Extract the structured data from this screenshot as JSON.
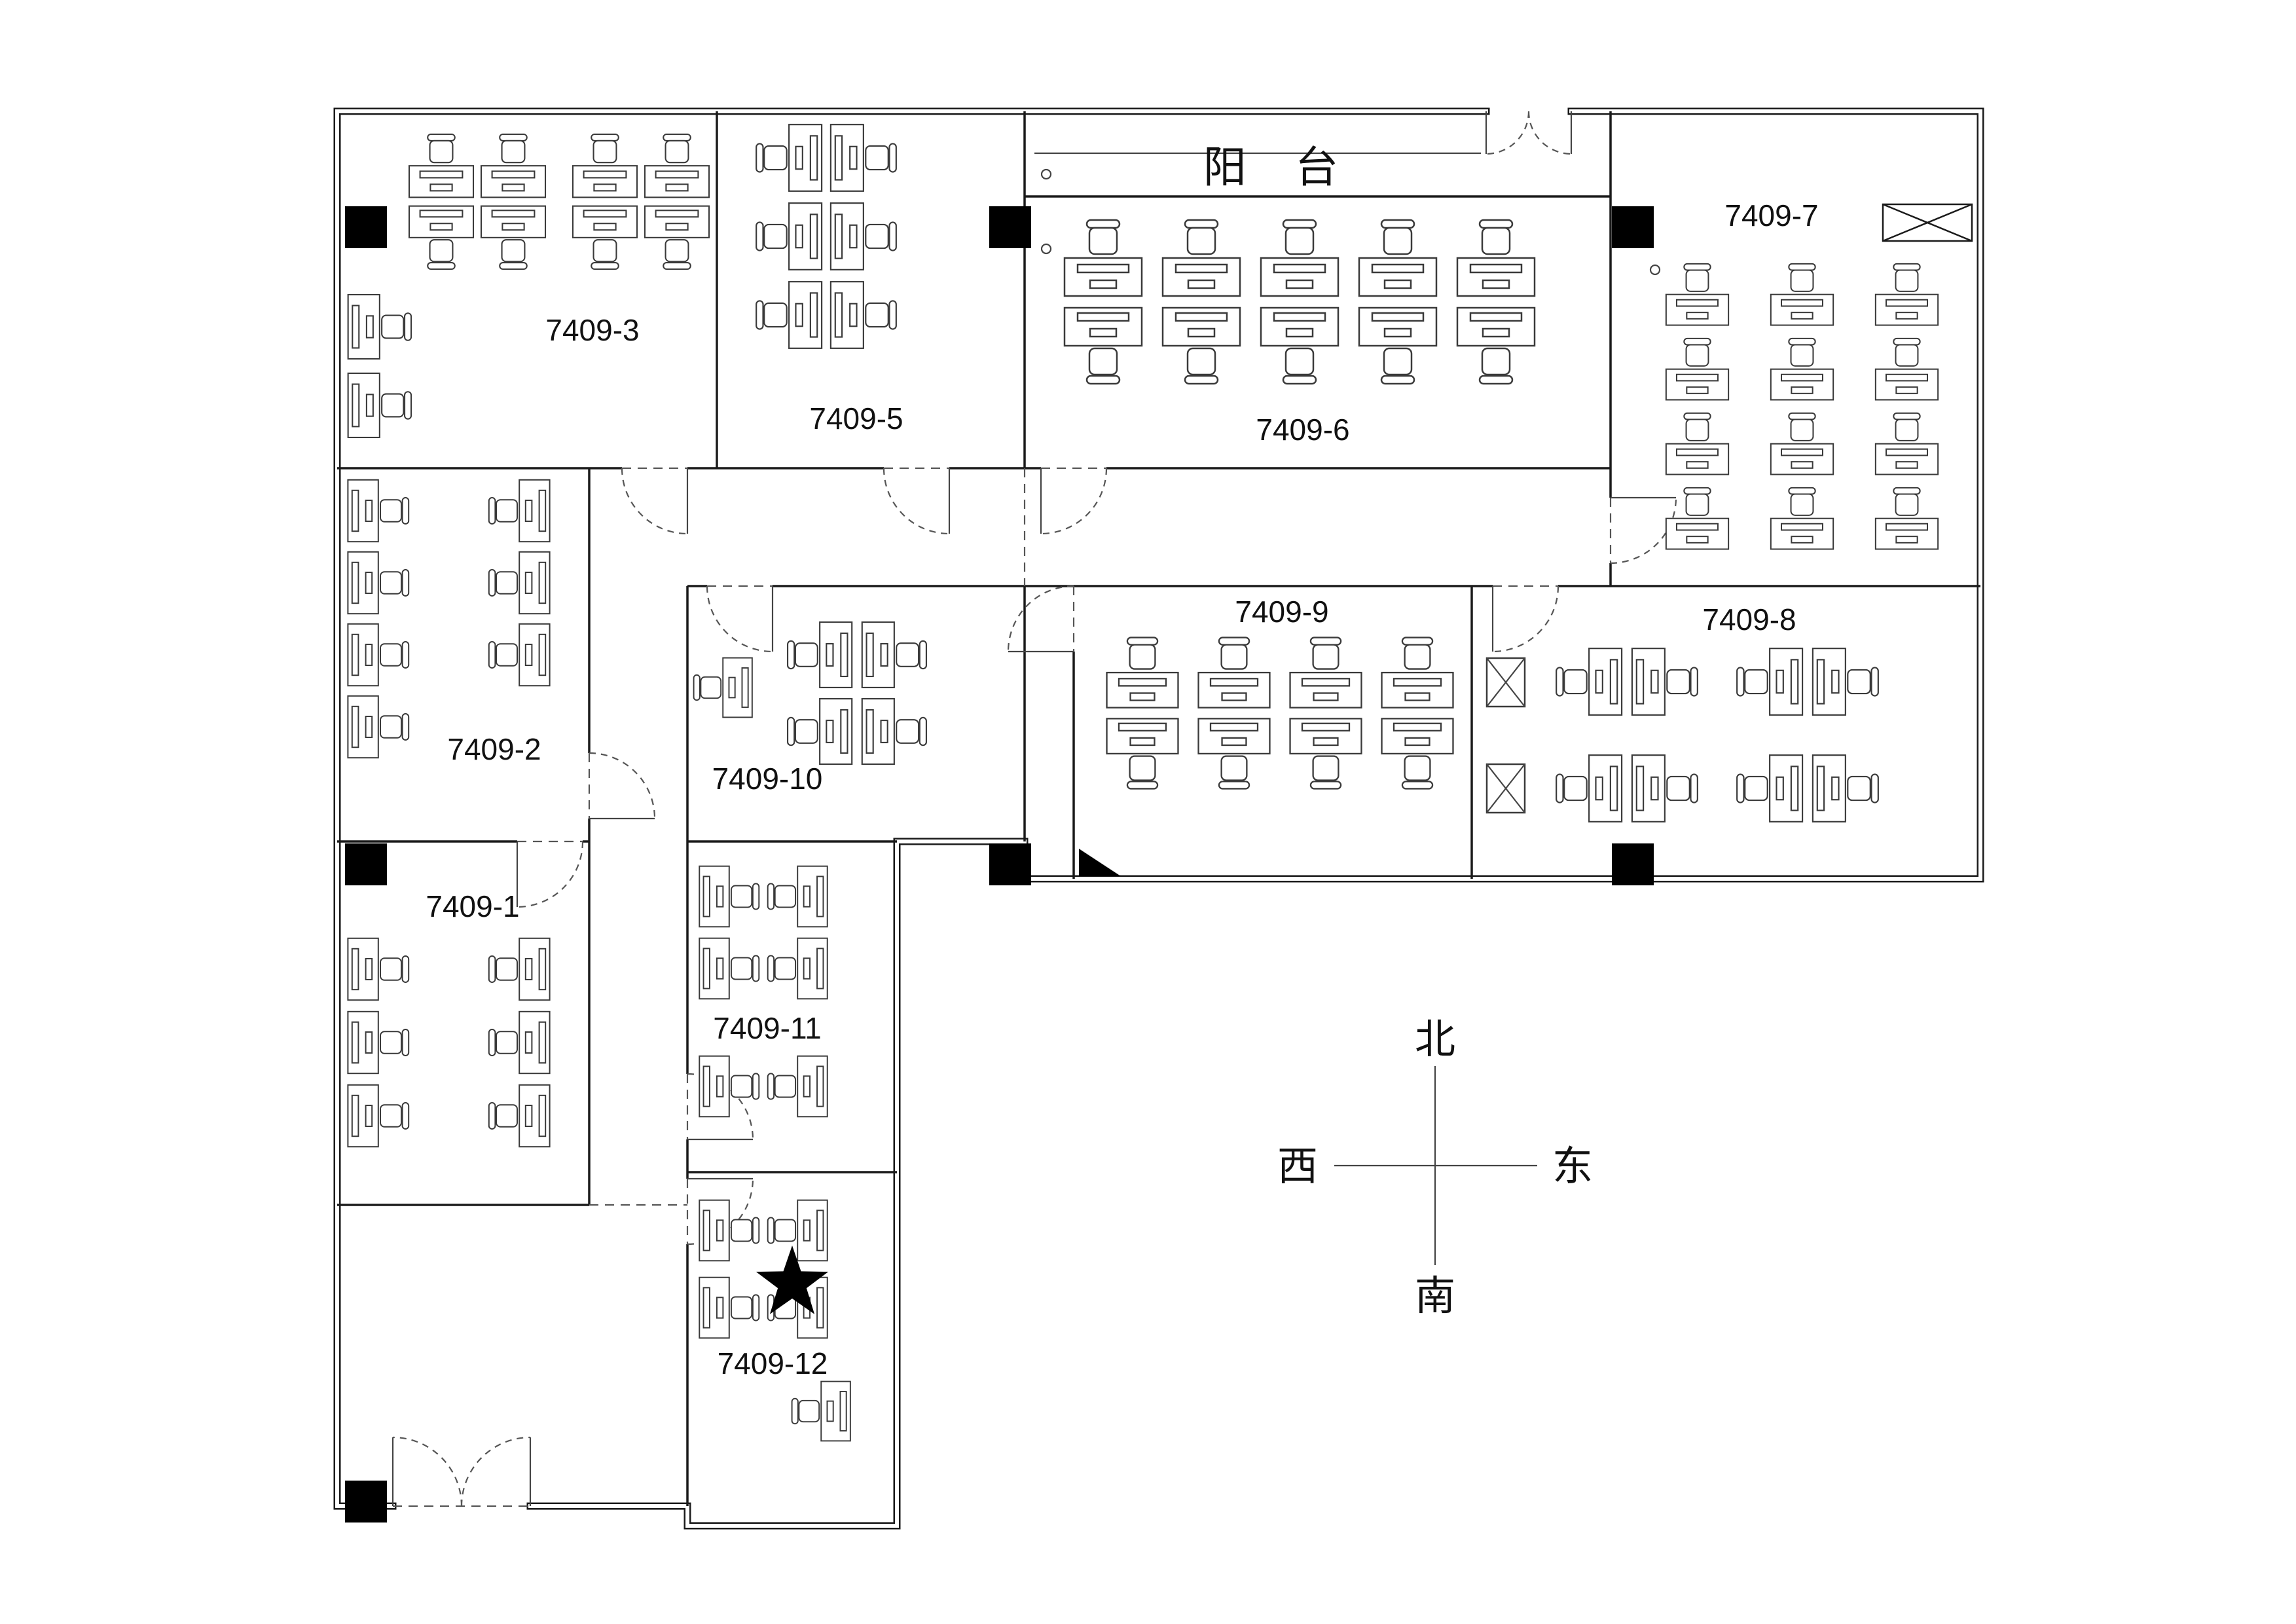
{
  "plan": {
    "balcony": {
      "label": "阳 台"
    },
    "rooms": {
      "r1": {
        "label": "7409-1"
      },
      "r2": {
        "label": "7409-2"
      },
      "r3": {
        "label": "7409-3"
      },
      "r5": {
        "label": "7409-5"
      },
      "r6": {
        "label": "7409-6"
      },
      "r7": {
        "label": "7409-7"
      },
      "r8": {
        "label": "7409-8"
      },
      "r9": {
        "label": "7409-9"
      },
      "r10": {
        "label": "7409-10"
      },
      "r11": {
        "label": "7409-11"
      },
      "r12": {
        "label": "7409-12"
      }
    },
    "compass": {
      "north": "北",
      "south": "南",
      "west": "西",
      "east": "东"
    },
    "marker": {
      "type": "star",
      "room": "7409-12"
    },
    "colors": {
      "line": "#1a1a1a",
      "background": "#ffffff",
      "column_fill": "#000000",
      "marker_fill": "#000000"
    }
  }
}
